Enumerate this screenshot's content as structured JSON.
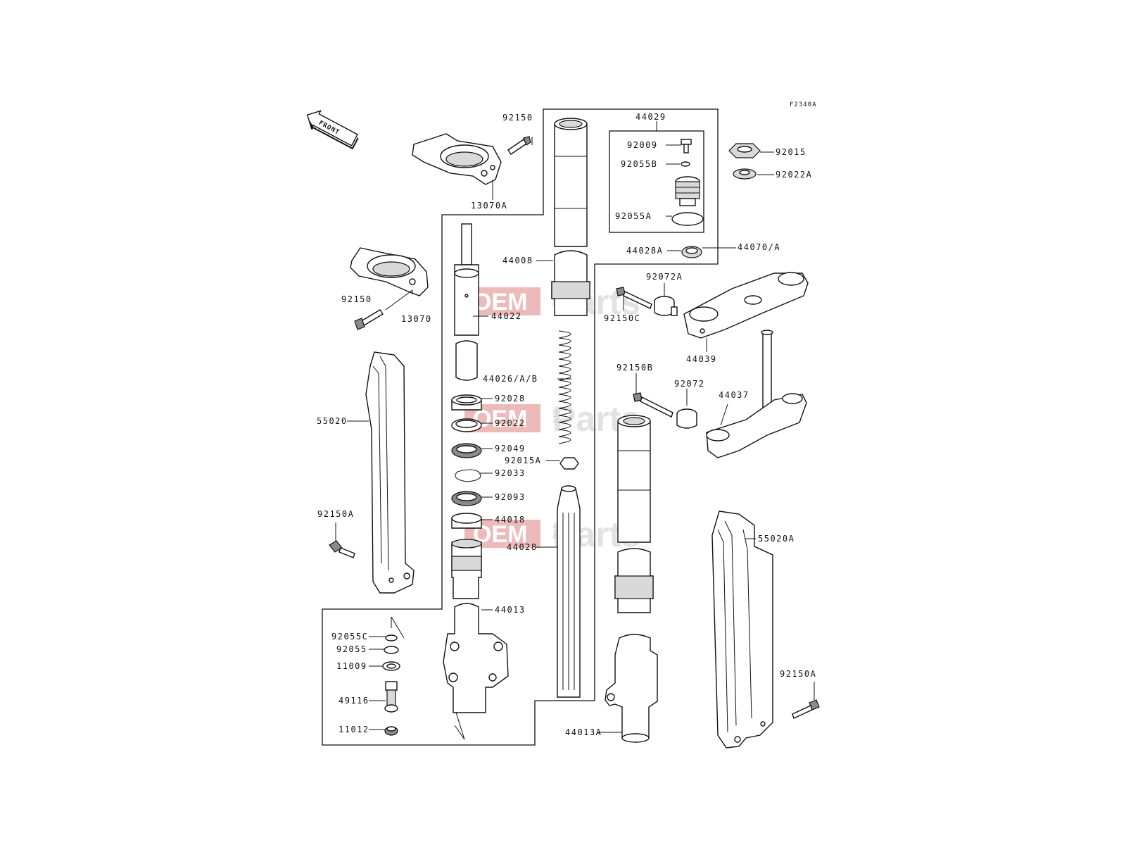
{
  "figure_code": "F2340A",
  "front_arrow_label": "FRONT",
  "watermark": {
    "left": "OEM",
    "middle": "BIKE",
    "right": "Parts"
  },
  "labels": {
    "p92150_top": "92150",
    "p13070A": "13070A",
    "p44029": "44029",
    "p92009": "92009",
    "p92055B": "92055B",
    "p92055A": "92055A",
    "p44028A": "44028A",
    "p44070A": "44070/A",
    "p92015": "92015",
    "p92022A": "92022A",
    "p44008": "44008",
    "p92072A": "92072A",
    "p92150C": "92150C",
    "p44039": "44039",
    "p92150_mid": "92150",
    "p13070": "13070",
    "p44022": "44022",
    "p44026": "44026/A/B",
    "p92150B": "92150B",
    "p92072": "92072",
    "p44037": "44037",
    "p55020": "55020",
    "p92028": "92028",
    "p92022": "92022",
    "p92049": "92049",
    "p92015A": "92015A",
    "p92033": "92033",
    "p92093": "92093",
    "p92150A_left": "92150A",
    "p44018": "44018",
    "p44028": "44028",
    "p55020A": "55020A",
    "p44013": "44013",
    "p92055C": "92055C",
    "p92055": "92055",
    "p11009": "11009",
    "p92150A_right": "92150A",
    "p49116": "49116",
    "p11012": "11012",
    "p44013A": "44013A"
  }
}
